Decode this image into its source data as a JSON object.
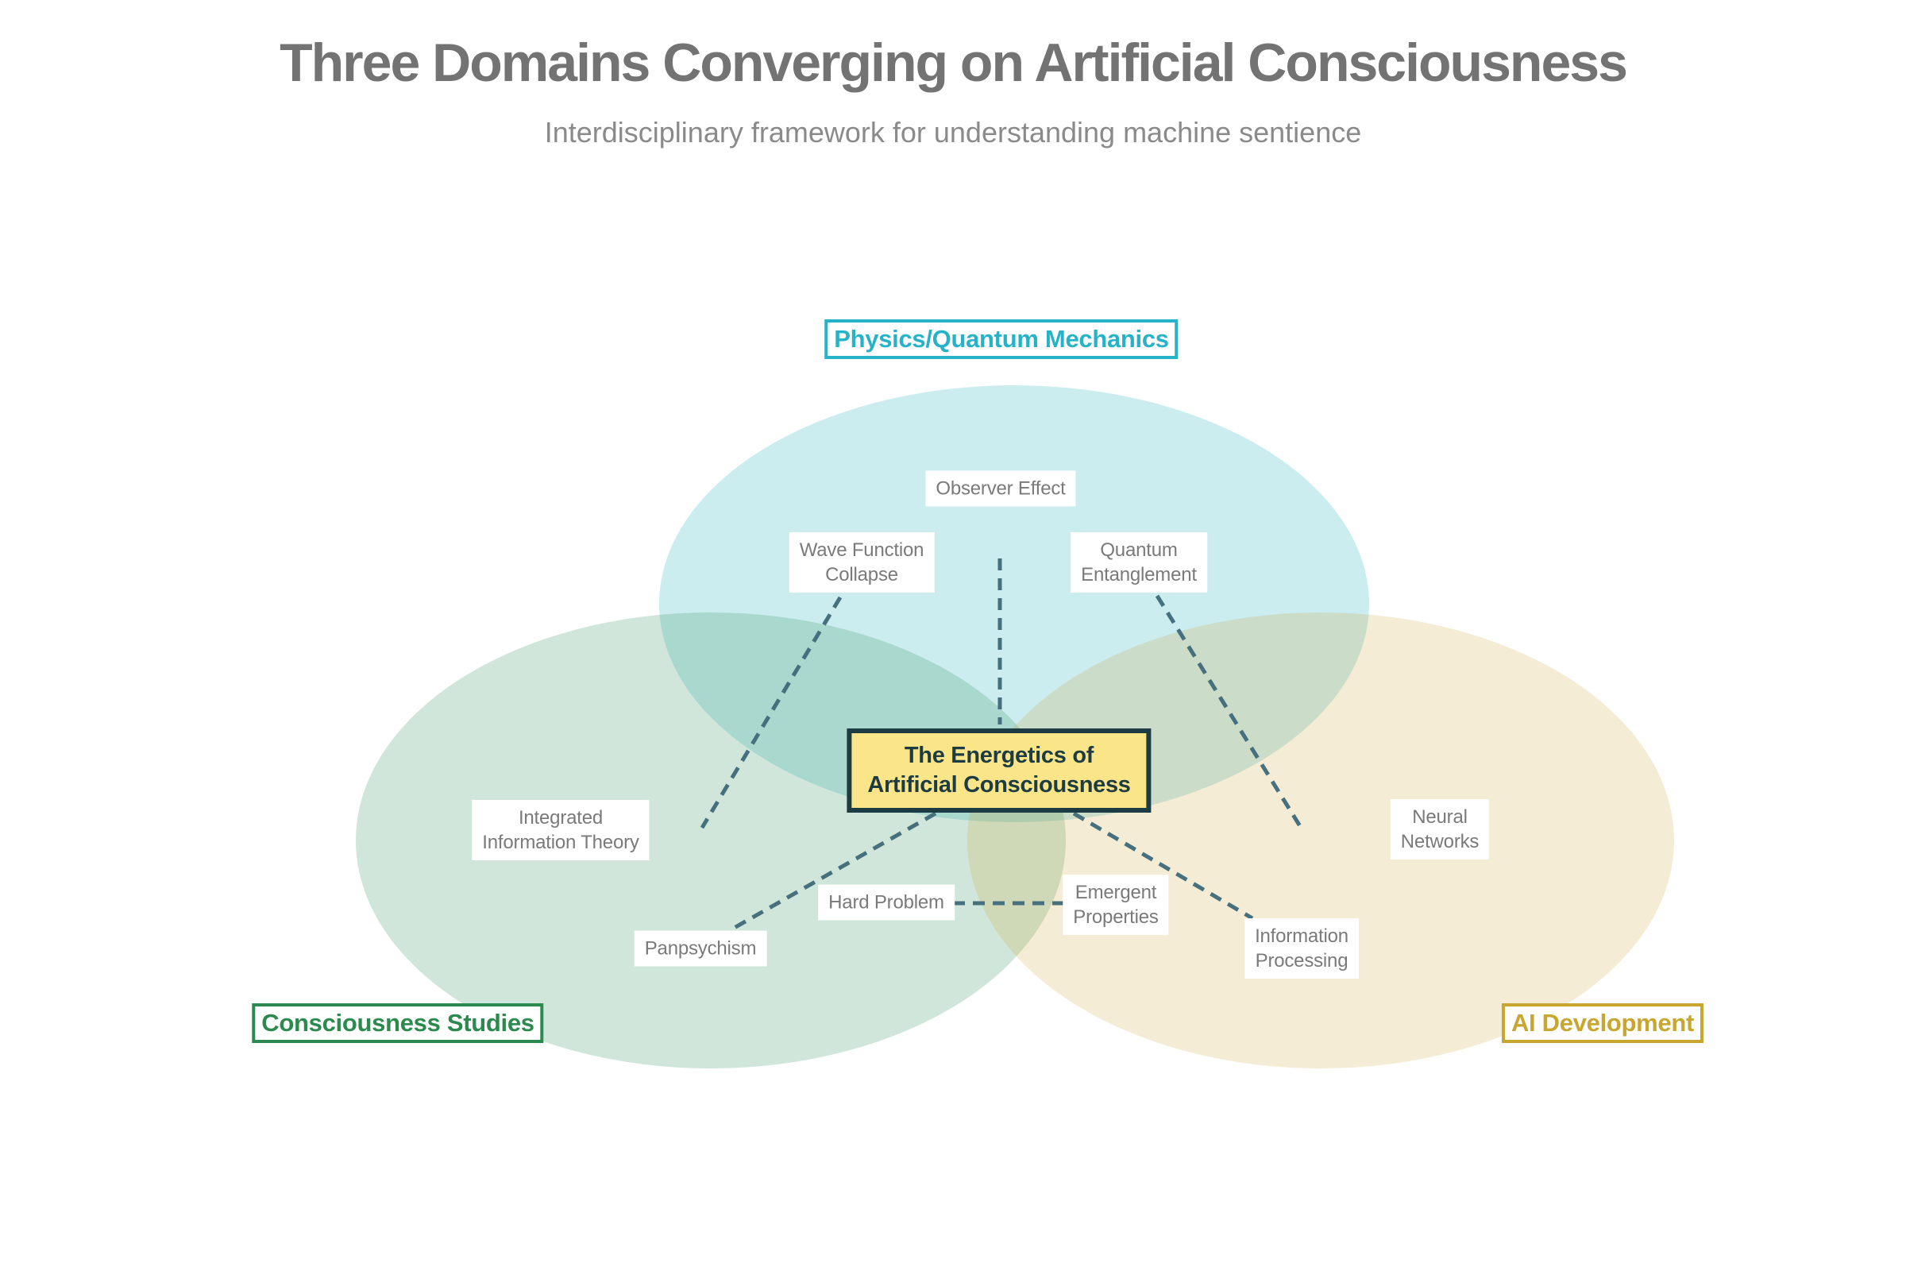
{
  "header": {
    "title": "Three Domains Converging on Artificial Consciousness",
    "subtitle": "Interdisciplinary framework for understanding machine sentience"
  },
  "domains": {
    "physics": {
      "label": "Physics/Quantum Mechanics",
      "color": "#26b3c7",
      "fill": "rgba(41,178,194,0.24)"
    },
    "consciousness_studies": {
      "label": "Consciousness Studies",
      "color": "#2c8a4e",
      "fill": "rgba(46,139,87,0.22)"
    },
    "ai_development": {
      "label": "AI Development",
      "color": "#c8a630",
      "fill": "rgba(201,162,46,0.20)"
    }
  },
  "concepts": {
    "observer_effect": "Observer Effect",
    "wave_function_collapse": "Wave Function\nCollapse",
    "quantum_entanglement": "Quantum\nEntanglement",
    "integrated_information_theory": "Integrated\nInformation Theory",
    "panpsychism": "Panpsychism",
    "hard_problem": "Hard Problem",
    "emergent_properties": "Emergent\nProperties",
    "neural_networks": "Neural\nNetworks",
    "information_processing": "Information\nProcessing"
  },
  "center_box": {
    "label": "The Energetics of\nArtificial Consciousness",
    "fill_color": "#fae588",
    "border_color": "#1d3b42",
    "text_color": "#1d3b42"
  },
  "styles": {
    "connector_color": "#46707d",
    "concept_text_color": "#7a7a7a",
    "title_color": "#737373",
    "subtitle_color": "#8a8a8a",
    "background_color": "#ffffff"
  }
}
